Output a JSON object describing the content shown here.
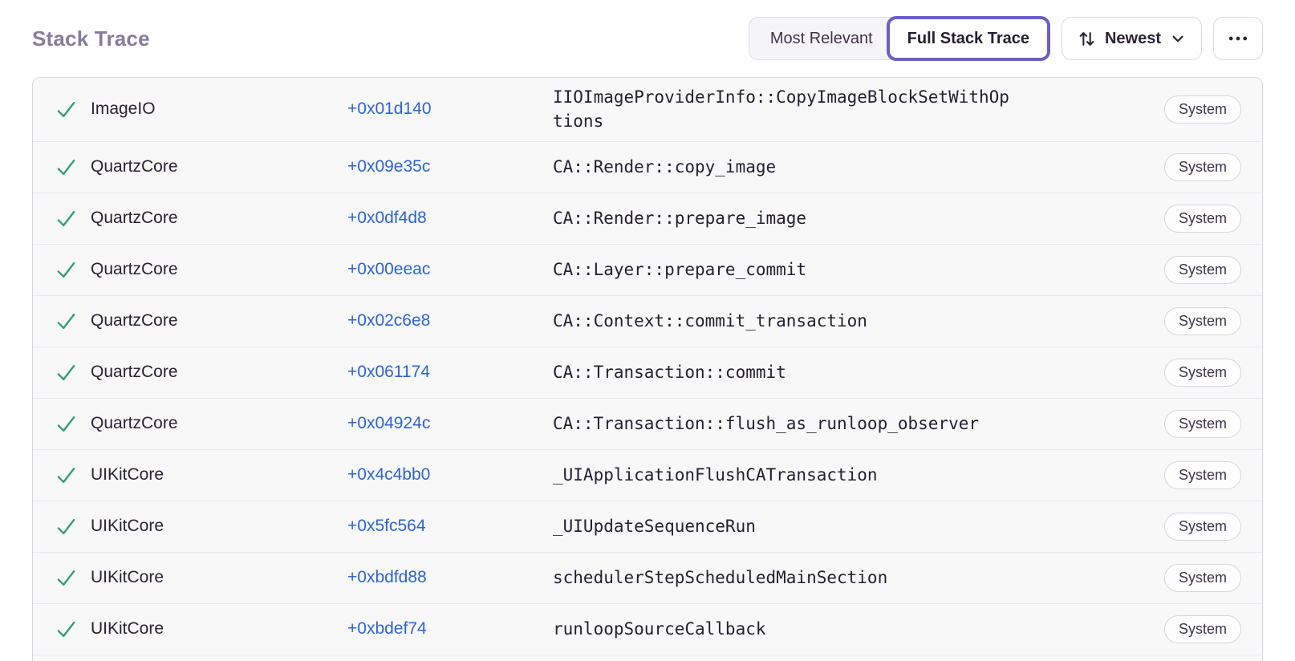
{
  "header": {
    "title": "Stack Trace",
    "view_toggle": {
      "most_relevant_label": "Most Relevant",
      "full_stack_trace_label": "Full Stack Trace",
      "active": "Full Stack Trace"
    },
    "sort_button_label": "Newest",
    "icons": {
      "sort": "sort-arrows-icon",
      "chevron": "chevron-down-icon",
      "more": "ellipsis-icon",
      "frame_status": "checkmark-icon"
    }
  },
  "colors": {
    "accent_purple": "#6c5fc7",
    "link_blue": "#2b63d8",
    "success_green": "#2f9e74",
    "title_gray_purple": "#867d9b",
    "row_background": "#f8f8f9"
  },
  "frames": [
    {
      "module": "ImageIO",
      "address": "+0x01d140",
      "function": "IIOImageProviderInfo::CopyImageBlockSetWithOptions",
      "tag": "System"
    },
    {
      "module": "QuartzCore",
      "address": "+0x09e35c",
      "function": "CA::Render::copy_image",
      "tag": "System"
    },
    {
      "module": "QuartzCore",
      "address": "+0x0df4d8",
      "function": "CA::Render::prepare_image",
      "tag": "System"
    },
    {
      "module": "QuartzCore",
      "address": "+0x00eeac",
      "function": "CA::Layer::prepare_commit",
      "tag": "System"
    },
    {
      "module": "QuartzCore",
      "address": "+0x02c6e8",
      "function": "CA::Context::commit_transaction",
      "tag": "System"
    },
    {
      "module": "QuartzCore",
      "address": "+0x061174",
      "function": "CA::Transaction::commit",
      "tag": "System"
    },
    {
      "module": "QuartzCore",
      "address": "+0x04924c",
      "function": "CA::Transaction::flush_as_runloop_observer",
      "tag": "System"
    },
    {
      "module": "UIKitCore",
      "address": "+0x4c4bb0",
      "function": "_UIApplicationFlushCATransaction",
      "tag": "System"
    },
    {
      "module": "UIKitCore",
      "address": "+0x5fc564",
      "function": "_UIUpdateSequenceRun",
      "tag": "System"
    },
    {
      "module": "UIKitCore",
      "address": "+0xbdfd88",
      "function": "schedulerStepScheduledMainSection",
      "tag": "System"
    },
    {
      "module": "UIKitCore",
      "address": "+0xbdef74",
      "function": "runloopSourceCallback",
      "tag": "System"
    }
  ]
}
